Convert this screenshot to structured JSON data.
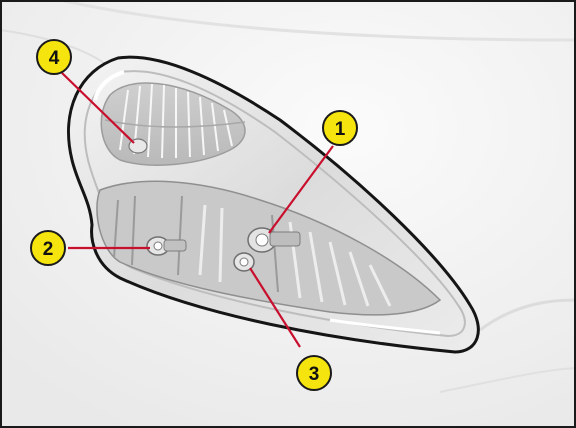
{
  "figure": {
    "subject": "headlamp-cluster",
    "colors": {
      "frame": "#1a1a1a",
      "background": "#f1f1f1",
      "housing_outline": "#151515",
      "leader_line": "#c8102e",
      "badge_fill": "#f5e40e",
      "badge_stroke": "#1a1a1a"
    },
    "callouts": [
      {
        "id": "bulb-1",
        "label": "1"
      },
      {
        "id": "bulb-2",
        "label": "2"
      },
      {
        "id": "bulb-3",
        "label": "3"
      },
      {
        "id": "bulb-4",
        "label": "4"
      }
    ]
  }
}
